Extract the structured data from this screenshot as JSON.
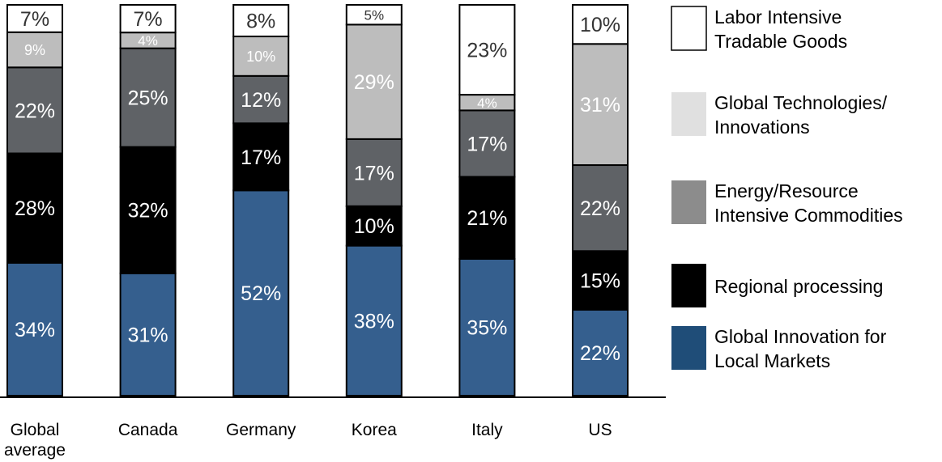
{
  "chart_data": {
    "type": "bar",
    "stacked": true,
    "normalized_percent": true,
    "categories": [
      "Global\naverage",
      "Canada",
      "Germany",
      "Korea",
      "Italy",
      "US"
    ],
    "series": [
      {
        "name": "Global Innovation for Local Markets",
        "values": [
          34,
          31,
          52,
          38,
          35,
          22
        ],
        "color": "#355f8e",
        "label_color": "#ffffff"
      },
      {
        "name": "Regional processing",
        "values": [
          28,
          32,
          17,
          10,
          21,
          15
        ],
        "color": "#000000",
        "label_color": "#ffffff"
      },
      {
        "name": "Energy/Resource Intensive Commodities",
        "values": [
          22,
          25,
          12,
          17,
          17,
          22
        ],
        "color": "#5f6266",
        "label_color": "#ffffff"
      },
      {
        "name": "Global Technologies/ Innovations",
        "values": [
          9,
          4,
          10,
          29,
          4,
          31
        ],
        "color": "#bdbdbd",
        "label_color": "#ffffff"
      },
      {
        "name": "Labor Intensive Tradable Goods",
        "values": [
          7,
          7,
          8,
          5,
          23,
          10
        ],
        "color": "#ffffff",
        "label_color": "#333333"
      }
    ],
    "value_labels": [
      [
        "34%",
        "31%",
        "52%",
        "38%",
        "35%",
        "22%"
      ],
      [
        "28%",
        "32%",
        "17%",
        "10%",
        "21%",
        "15%"
      ],
      [
        "22%",
        "25%",
        "12%",
        "17%",
        "17%",
        "22%"
      ],
      [
        "9%",
        "4%",
        "10%",
        "29%",
        "4%",
        "31%"
      ],
      [
        "7%",
        "7%",
        "8%",
        "5%",
        "23%",
        "10%"
      ]
    ],
    "legend": {
      "placement": "right",
      "items": [
        {
          "lines": [
            "Labor Intensive",
            "Tradable Goods"
          ],
          "swatch": "#ffffff"
        },
        {
          "lines": [
            "Global Technologies/",
            "Innovations"
          ],
          "swatch": "#e0e0e0"
        },
        {
          "lines": [
            "Energy/Resource",
            "Intensive Commodities"
          ],
          "swatch": "#8c8c8c"
        },
        {
          "lines": [
            "Regional processing"
          ],
          "swatch": "#000000"
        },
        {
          "lines": [
            "Global Innovation for",
            "Local Markets"
          ],
          "swatch": "#1f4d78"
        }
      ]
    },
    "ylim": [
      0,
      100
    ],
    "grid": false
  }
}
